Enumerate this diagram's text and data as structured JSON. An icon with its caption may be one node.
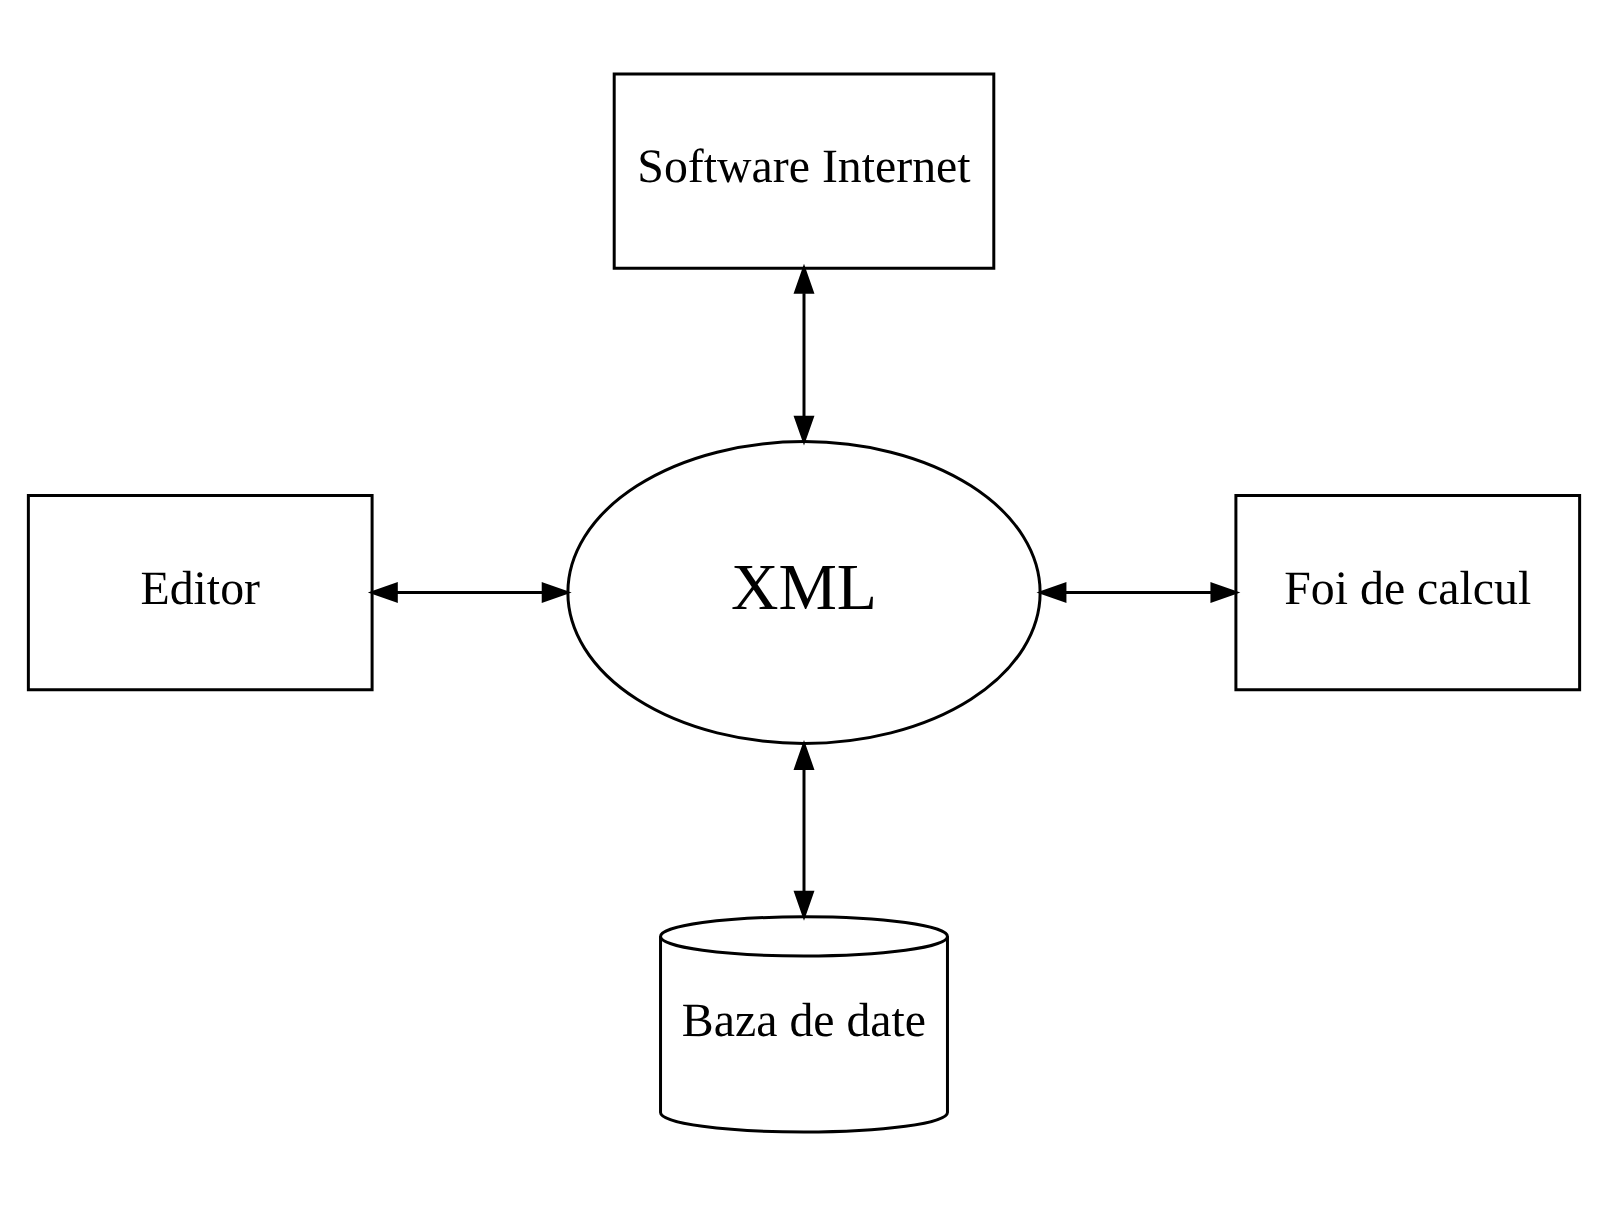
{
  "diagram": {
    "nodes": [
      {
        "text": [
          "Software Internet"
        ]
      },
      {
        "text": [
          "Editor"
        ]
      },
      {
        "text": [
          "XML"
        ]
      },
      {
        "text": [
          "Foi de calcul"
        ]
      },
      {
        "text": [
          "Baza de date"
        ]
      }
    ],
    "edges": [
      {
        "from": 0,
        "to": 2,
        "arrow": "both"
      },
      {
        "from": 1,
        "to": 2,
        "arrow": "both"
      },
      {
        "from": 2,
        "to": 3,
        "arrow": "both"
      },
      {
        "from": 2,
        "to": 4,
        "arrow": "both"
      }
    ]
  }
}
